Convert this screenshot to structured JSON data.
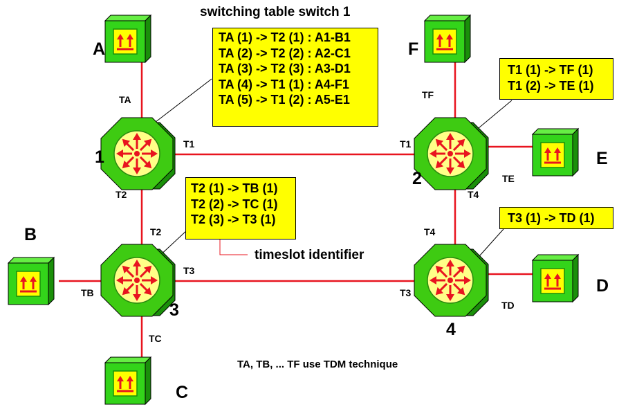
{
  "colors": {
    "link": "#e8141f",
    "cube_front": "#33d41a",
    "cube_side": "#1a8f0a",
    "cube_top": "#66ee44",
    "screen": "#ffff00",
    "switch_body": "#3ecb12",
    "switch_face": "#ffff88",
    "arrows": "#e8141f",
    "table_fill": "#ffff00"
  },
  "terminals": {
    "A": "A",
    "B": "B",
    "C": "C",
    "D": "D",
    "E": "E",
    "F": "F"
  },
  "switches": {
    "s1": "1",
    "s2": "2",
    "s3": "3",
    "s4": "4"
  },
  "trunk_labels": {
    "ta": "TA",
    "tb": "TB",
    "tc": "TC",
    "td": "TD",
    "te": "TE",
    "tf": "TF",
    "s1_t1": "T1",
    "s1_t2": "T2",
    "s2_t1": "T1",
    "s2_t4": "T4",
    "s3_t2": "T2",
    "s3_t3": "T3",
    "s4_t3": "T3",
    "s4_t4": "T4"
  },
  "switch1_table": {
    "title": "switching table switch 1",
    "rows": [
      "TA (1) -> T2 (1) : A1-B1",
      "TA (2) -> T2 (2) : A2-C1",
      "TA (3) -> T2 (3) : A3-D1",
      "TA (4) -> T1 (1) : A4-F1",
      "TA (5) -> T1 (2) : A5-E1"
    ]
  },
  "switch2_table": {
    "rows": [
      "T1 (1) -> TF (1)",
      "T1 (2) -> TE (1)"
    ]
  },
  "switch3_table": {
    "rows": [
      "T2 (1) -> TB (1)",
      "T2 (2) -> TC (1)",
      "T2 (3) -> T3 (1)"
    ],
    "annotation": "timeslot identifier"
  },
  "switch4_table": {
    "rows": [
      "T3 (1) -> TD (1)"
    ]
  },
  "footnote": "TA, TB, ... TF use TDM  technique"
}
